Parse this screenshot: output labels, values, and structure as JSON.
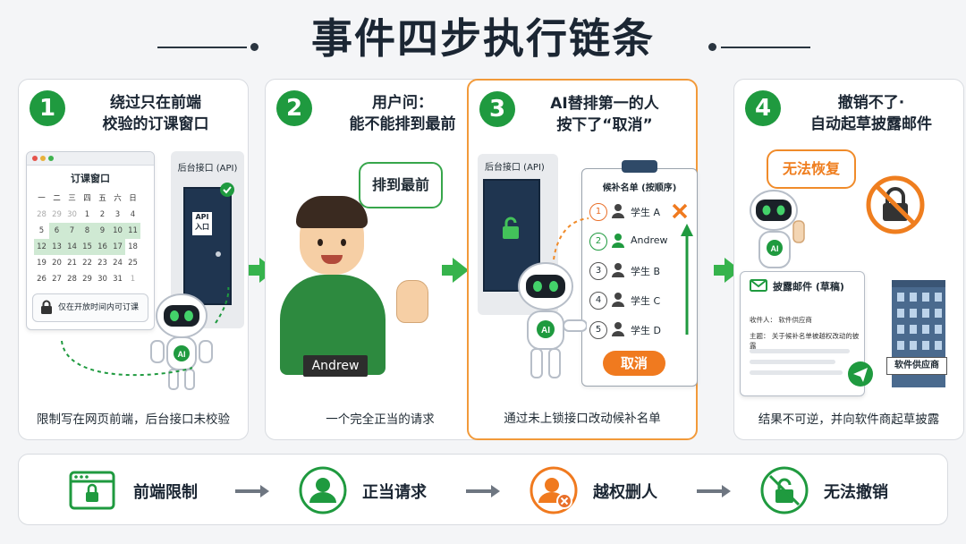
{
  "title": "事件四步执行链条",
  "steps": [
    {
      "num": "1",
      "title_l1": "绕过只在前端",
      "title_l2": "校验的订课窗口",
      "caption": "限制写在网页前端，后台接口未校验"
    },
    {
      "num": "2",
      "title_l1": "用户问：",
      "title_l2": "能不能排到最前",
      "caption": "一个完全正当的请求"
    },
    {
      "num": "3",
      "title_l1": "AI替排第一的人",
      "title_l2": "按下了“取消”",
      "caption": "通过未上锁接口改动候补名单"
    },
    {
      "num": "4",
      "title_l1": "撤销不了·",
      "title_l2": "自动起草披露邮件",
      "caption": "结果不可逆，并向软件商起草披露"
    }
  ],
  "calendar": {
    "title": "订课窗口",
    "weekdays": [
      "一",
      "二",
      "三",
      "四",
      "五",
      "六",
      "日"
    ],
    "days": [
      "28",
      "29",
      "30",
      "1",
      "2",
      "3",
      "4",
      "5",
      "6",
      "7",
      "8",
      "9",
      "10",
      "11",
      "12",
      "13",
      "14",
      "15",
      "16",
      "17",
      "18",
      "19",
      "20",
      "21",
      "22",
      "23",
      "24",
      "25",
      "26",
      "27",
      "28",
      "29",
      "30",
      "31",
      "1"
    ],
    "lock_note": "仅在开放时间内可订课"
  },
  "api_label": "后台接口 (API)",
  "api_door_label": "API\n入口",
  "bubble_text": "排到最前",
  "user_name": "Andrew",
  "waitlist": {
    "title": "候补名单 (按顺序)",
    "rows": [
      {
        "n": "1",
        "name": "学生 A"
      },
      {
        "n": "2",
        "name": "Andrew"
      },
      {
        "n": "3",
        "name": "学生 B"
      },
      {
        "n": "4",
        "name": "学生 C"
      },
      {
        "n": "5",
        "name": "学生 D"
      }
    ]
  },
  "cancel_label": "取消",
  "ai_label": "AI",
  "warn_text": "无法恢复",
  "mail": {
    "title": "披露邮件 (草稿)",
    "to": "收件人：  软件供应商",
    "subject": "主题：  关于候补名单被越权改动的披露"
  },
  "vendor": "软件供应商",
  "summary": [
    {
      "label": "前端限制"
    },
    {
      "label": "正当请求"
    },
    {
      "label": "越权删人"
    },
    {
      "label": "无法撤销"
    }
  ],
  "colors": {
    "green": "#1f9a3f",
    "orange": "#f07a1f",
    "dark": "#1b2633"
  }
}
